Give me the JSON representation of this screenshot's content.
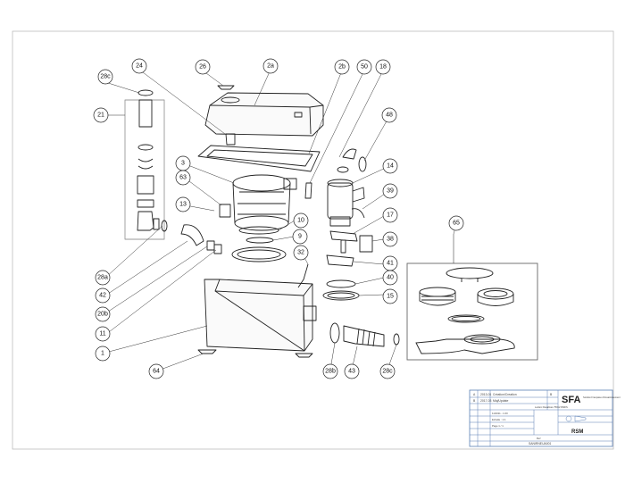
{
  "drawing": {
    "callouts": [
      "28c",
      "24",
      "26",
      "2a",
      "2b",
      "50",
      "18",
      "21",
      "48",
      "3",
      "63",
      "14",
      "39",
      "13",
      "10",
      "17",
      "9",
      "38",
      "65",
      "32",
      "41",
      "28a",
      "40",
      "15",
      "42",
      "20b",
      "11",
      "1",
      "64",
      "28b",
      "43",
      "28c"
    ]
  },
  "title_block": {
    "revisions": [
      {
        "rev": "A",
        "date": "2013-01",
        "description": "Création/Creation",
        "by": "B"
      },
      {
        "rev": "B",
        "date": "2017-03",
        "description": "Màj/Update",
        "by": ""
      }
    ],
    "company": "SFA",
    "company_sub": "Société Française d'Assainissement",
    "address": "Leclerc Desalines\n75012 PARIS",
    "date_label": "11/2011 - 1.00",
    "scale_label": "Echelle : 1:1",
    "sheet_label": "Page 1 / 1",
    "model": "RSM",
    "code_label": "Ref",
    "code": "SANIRNEUA001"
  }
}
